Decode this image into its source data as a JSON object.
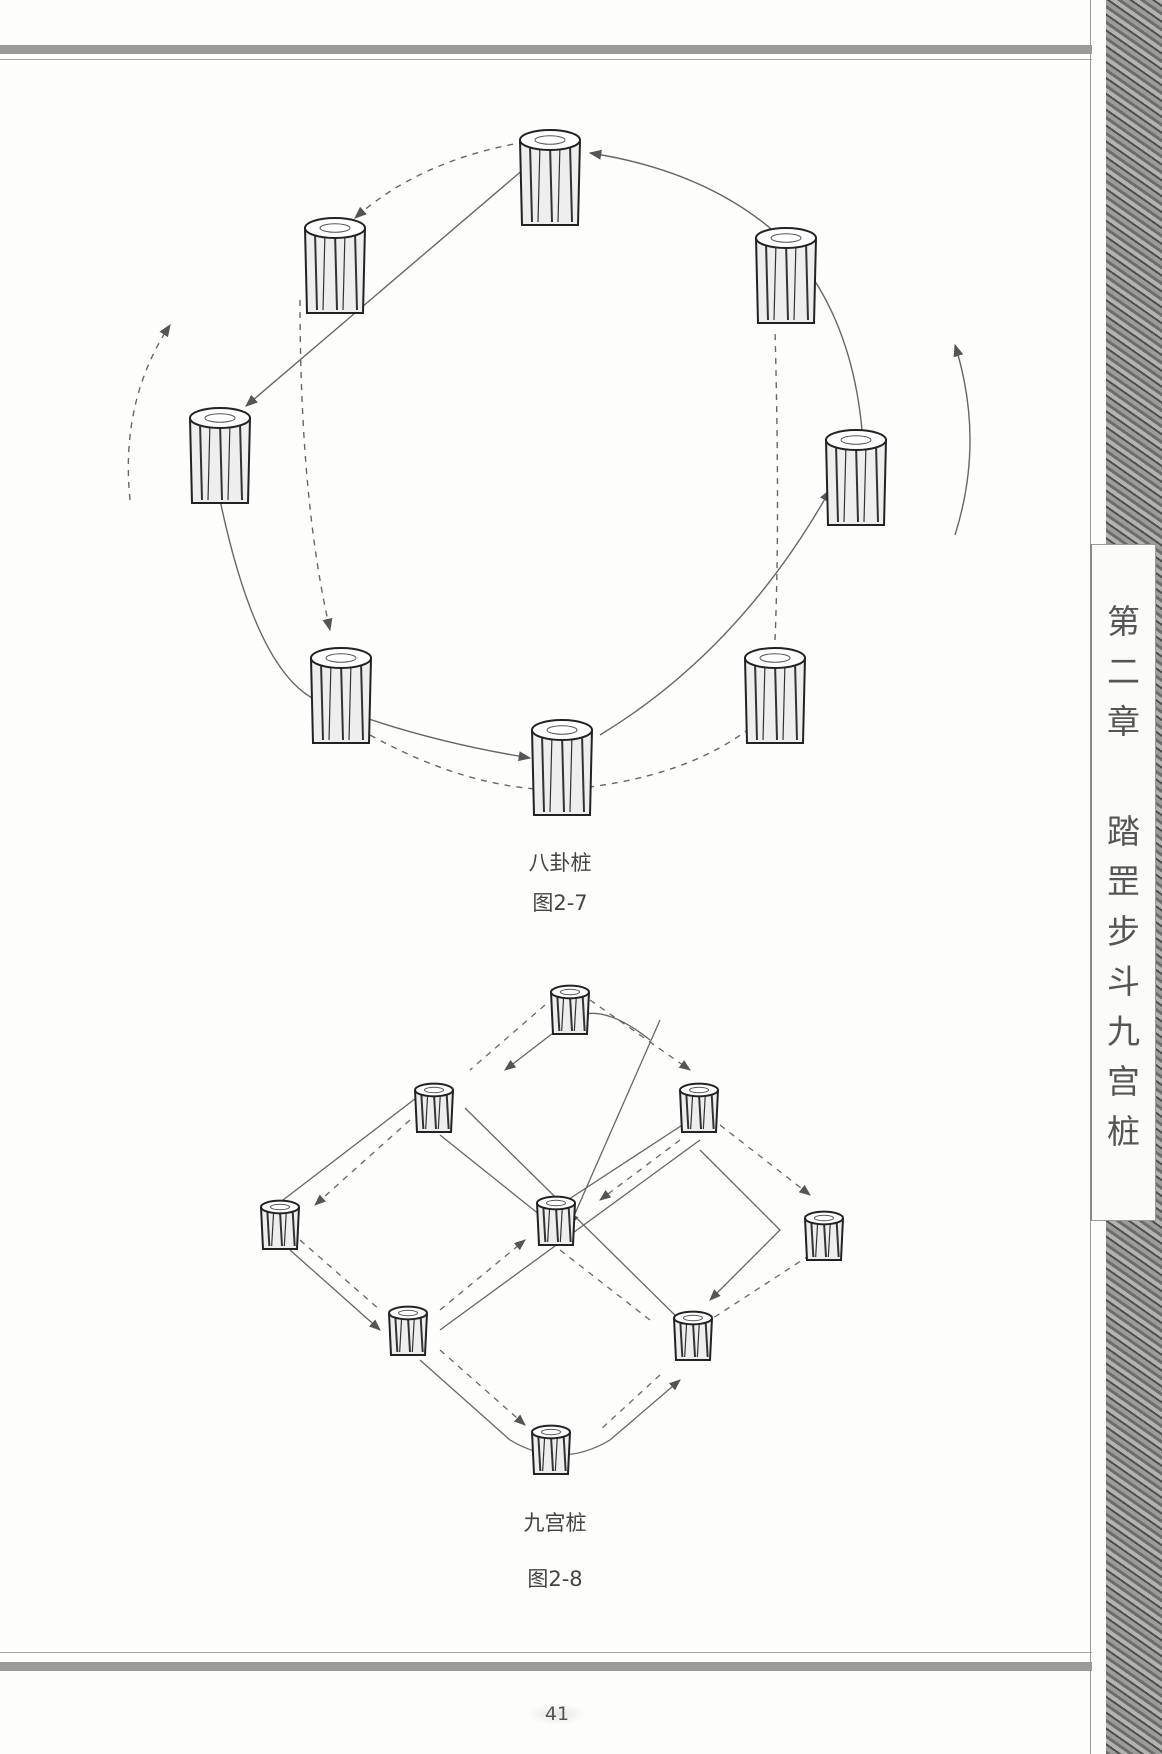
{
  "side_tab": {
    "chapter": [
      "第",
      "二",
      "章"
    ],
    "title": [
      "踏",
      "罡",
      "步",
      "斗",
      "九",
      "宫",
      "桩"
    ]
  },
  "figures": [
    {
      "name": "八卦桩",
      "label": "图2-7"
    },
    {
      "name": "九宫桩",
      "label": "图2-8"
    }
  ],
  "page_number": "41"
}
